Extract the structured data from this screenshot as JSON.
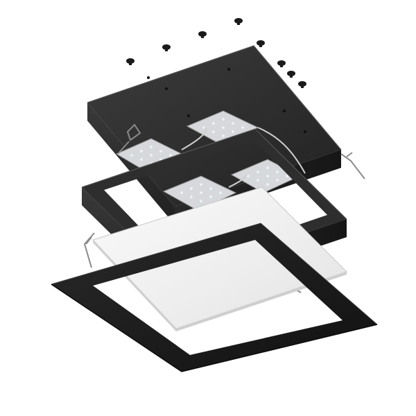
{
  "image": {
    "subject": "exploded-view-square-recessed-led-downlight",
    "components": [
      {
        "name": "mounting-screws",
        "count": 9
      },
      {
        "name": "driver-housing-box"
      },
      {
        "name": "led-board-cluster",
        "count": 4
      },
      {
        "name": "mounting-frame"
      },
      {
        "name": "spring-clips",
        "count": 4
      },
      {
        "name": "diffuser-panel"
      },
      {
        "name": "trim-bezel"
      }
    ]
  },
  "colors": {
    "background": "#ffffff",
    "housing_dark": "#1f1f1f",
    "housing_mid": "#3a3a3a",
    "housing_light": "#4a4a4a",
    "led_board": "#d9d9d9",
    "diffuser": "#f3f3f3",
    "trim": "#1c1c1c"
  }
}
